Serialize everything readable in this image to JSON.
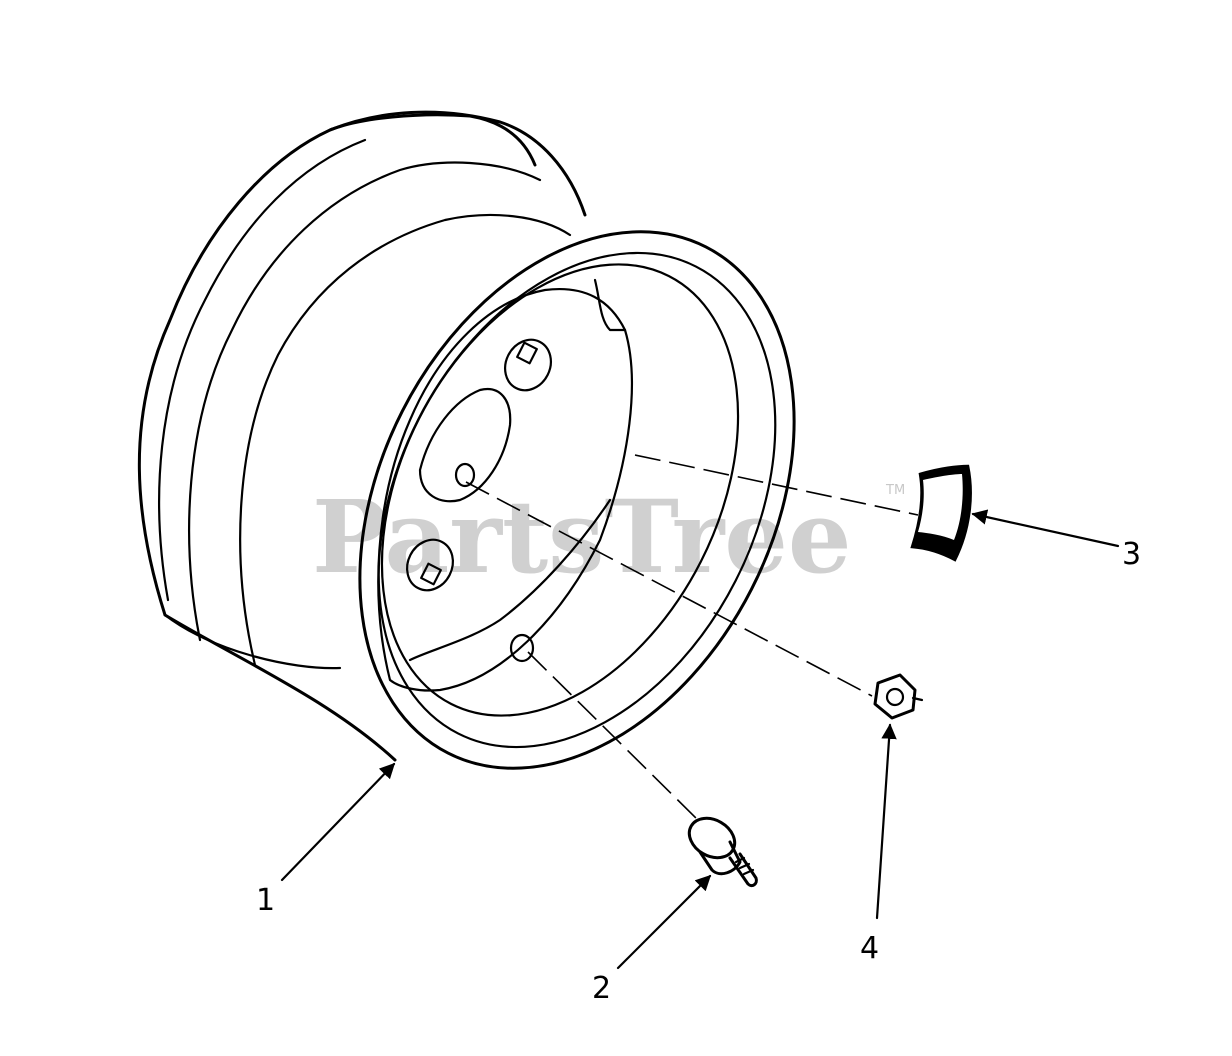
{
  "watermark": {
    "text": "PartsTree",
    "trademark": "TM"
  },
  "callouts": [
    {
      "label": "1",
      "part": "wheel-rim"
    },
    {
      "label": "2",
      "part": "valve-stem"
    },
    {
      "label": "3",
      "part": "wheel-weight"
    },
    {
      "label": "4",
      "part": "lug-nut"
    }
  ]
}
